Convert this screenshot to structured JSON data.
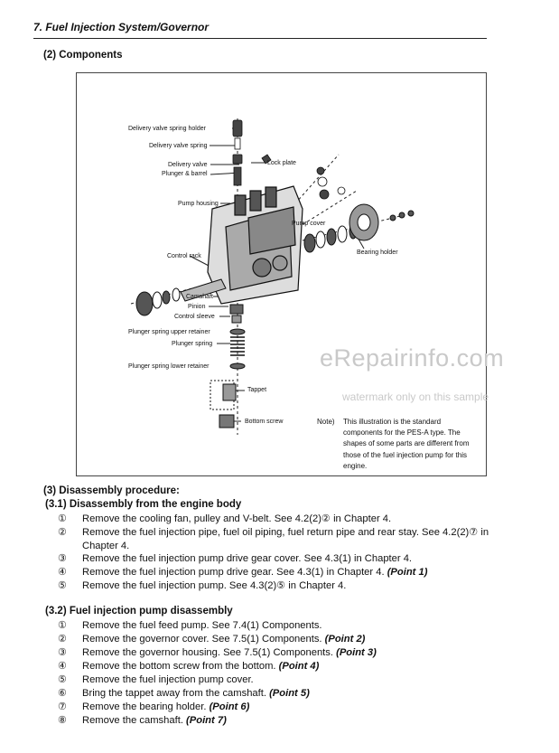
{
  "header": {
    "title": "7. Fuel Injection System/Governor"
  },
  "section2": {
    "title": "(2) Components"
  },
  "figure": {
    "labels": {
      "delivery_valve_spring_holder": "Delivery valve spring holder",
      "delivery_valve_spring": "Delivery valve spring",
      "delivery_valve": "Delivery valve",
      "plunger_barrel": "Plunger & barrel",
      "lock_plate": "Lock plate",
      "pump_housing": "Pump housing",
      "pump_cover": "Pump cover",
      "bearing_holder": "Bearing holder",
      "control_rack": "Control rack",
      "camshaft": "Camshaft",
      "pinion": "Pinion",
      "control_sleeve": "Control sleeve",
      "plunger_spring_upper_retainer": "Plunger spring upper retainer",
      "plunger_spring": "Plunger spring",
      "plunger_spring_lower_retainer": "Plunger spring lower retainer",
      "tappet": "Tappet",
      "bottom_screw": "Bottom screw"
    },
    "note_label": "Note)",
    "note_text": "This illustration is the standard components for the PES-A type. The shapes of some parts are different from those of the fuel injection pump for this engine."
  },
  "watermark": {
    "main": "eRepairinfo.com",
    "sub": "watermark only on this sample"
  },
  "section3": {
    "title": "(3)  Disassembly procedure:",
    "sub1": {
      "title": "(3.1) Disassembly from the engine body",
      "steps": [
        {
          "num": "①",
          "text": "Remove the cooling fan, pulley and V-belt. See 4.2(2)② in Chapter 4.",
          "point": ""
        },
        {
          "num": "②",
          "text": "Remove the fuel injection pipe, fuel oil piping, fuel return pipe and rear stay. See 4.2(2)⑦ in Chapter 4.",
          "point": ""
        },
        {
          "num": "③",
          "text": "Remove the fuel injection pump drive gear cover. See 4.3(1) in Chapter 4.",
          "point": ""
        },
        {
          "num": "④",
          "text": "Remove the fuel injection pump drive gear. See 4.3(1) in Chapter 4.",
          "point": "(Point 1)"
        },
        {
          "num": "⑤",
          "text": "Remove the fuel injection pump. See 4.3(2)⑤ in Chapter 4.",
          "point": ""
        }
      ]
    },
    "sub2": {
      "title": "(3.2) Fuel injection pump disassembly",
      "steps": [
        {
          "num": "①",
          "text": "Remove the fuel feed pump. See 7.4(1) Components.",
          "point": ""
        },
        {
          "num": "②",
          "text": "Remove the governor cover. See 7.5(1) Components.",
          "point": "(Point 2)"
        },
        {
          "num": "③",
          "text": "Remove the governor housing. See 7.5(1) Components.",
          "point": "(Point 3)"
        },
        {
          "num": "④",
          "text": "Remove the bottom screw from the bottom.",
          "point": "(Point 4)"
        },
        {
          "num": "⑤",
          "text": "Remove the fuel injection pump cover.",
          "point": ""
        },
        {
          "num": "⑥",
          "text": "Bring the tappet away from the camshaft.",
          "point": "(Point 5)"
        },
        {
          "num": "⑦",
          "text": "Remove the bearing holder.",
          "point": "(Point 6)"
        },
        {
          "num": "⑧",
          "text": "Remove the camshaft.",
          "point": "(Point 7)"
        }
      ]
    }
  }
}
